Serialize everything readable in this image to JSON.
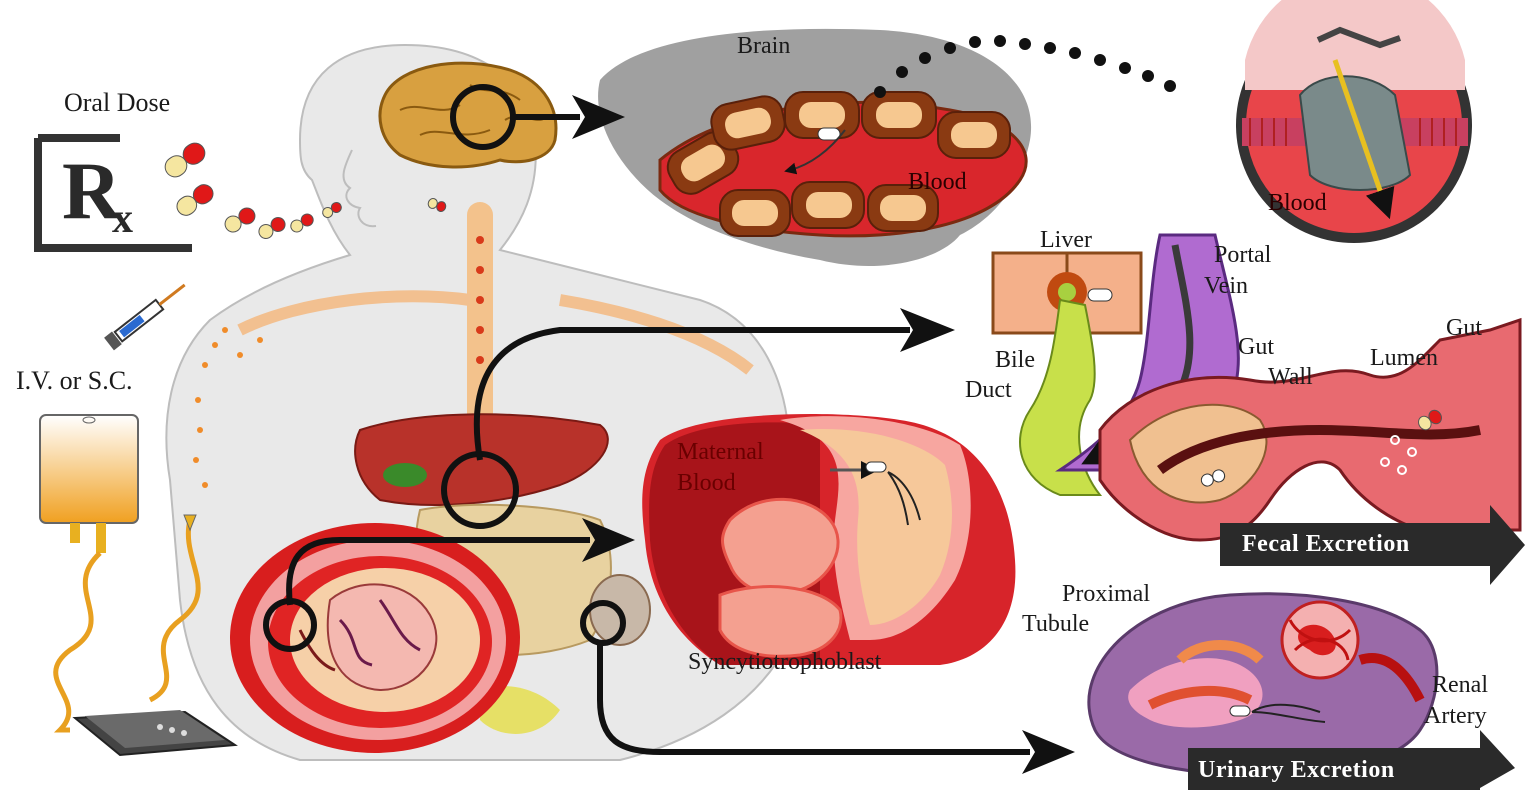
{
  "labels": {
    "oral_dose": "Oral Dose",
    "iv_sc": "I.V. or S.C.",
    "brain": "Brain",
    "blood_brain": "Blood",
    "blood_membrane": "Blood",
    "liver": "Liver",
    "portal_vein_1": "Portal",
    "portal_vein_2": "Vein",
    "bile_duct_1": "Bile",
    "bile_duct_2": "Duct",
    "gut_wall_1": "Gut",
    "gut_wall_2": "Wall",
    "gut_lumen_1": "Gut",
    "gut_lumen_2": "Lumen",
    "maternal_blood_1": "Maternal",
    "maternal_blood_2": "Blood",
    "syncytiotrophoblast": "Syncytiotrophoblast",
    "proximal_tubule_1": "Proximal",
    "proximal_tubule_2": "Tubule",
    "renal_artery_1": "Renal",
    "renal_artery_2": "Artery",
    "fecal_excretion": "Fecal Excretion",
    "urinary_excretion": "Urinary Excretion",
    "rx_symbol": "R"
  },
  "icons": [
    "rx-prescription-icon",
    "capsule-icon",
    "syringe-icon",
    "iv-bag-icon",
    "infusion-pump-icon"
  ],
  "colors": {
    "blood_red": "#c8102e",
    "tissue_pink": "#f2a7a0",
    "vein_purple": "#b06bd0",
    "bile_green": "#c8e04a",
    "brain_gray": "#9a9a9a",
    "arrow_black": "#111111",
    "banner_dark": "#222222"
  }
}
